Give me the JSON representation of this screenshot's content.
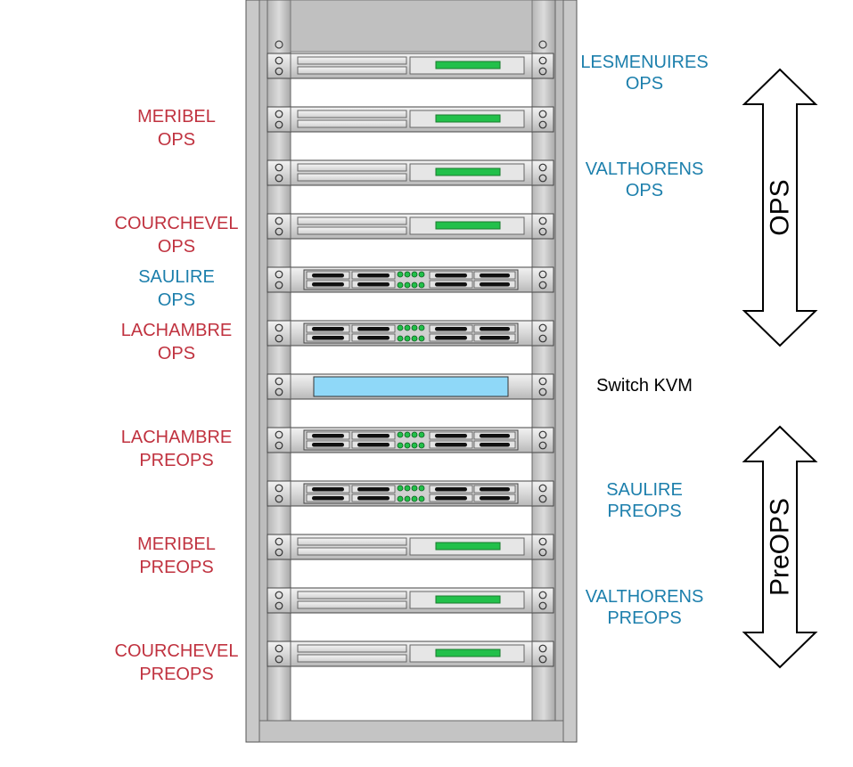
{
  "diagram": {
    "colors": {
      "left_label": "#c0323f",
      "right_label": "#1c7fac",
      "kvm_screen": "#8fd8f8",
      "status_led": "#22c04a",
      "rack_frame": "#c9c9c9"
    },
    "units": [
      {
        "type": "server-lcd",
        "label_left": [
          "",
          ""
        ],
        "label_right": [
          "LESMENUIRES",
          "OPS"
        ]
      },
      {
        "type": "server-lcd",
        "label_left": [
          "MERIBEL",
          "OPS"
        ],
        "label_right": [
          "",
          ""
        ]
      },
      {
        "type": "server-lcd",
        "label_left": [
          "",
          ""
        ],
        "label_right": [
          "VALTHORENS",
          "OPS"
        ]
      },
      {
        "type": "server-lcd",
        "label_left": [
          "COURCHEVEL",
          "OPS"
        ],
        "label_right": [
          "",
          ""
        ]
      },
      {
        "type": "server-drives",
        "label_left": [
          "SAULIRE",
          "OPS"
        ],
        "label_right": [
          "",
          ""
        ],
        "left_color": "blue"
      },
      {
        "type": "server-drives",
        "label_left": [
          "LACHAMBRE",
          "OPS"
        ],
        "label_right": [
          "",
          ""
        ]
      },
      {
        "type": "kvm",
        "label_left": [
          "",
          ""
        ],
        "label_right": [
          "Switch KVM",
          ""
        ],
        "right_color": "black"
      },
      {
        "type": "server-drives",
        "label_left": [
          "LACHAMBRE",
          "PREOPS"
        ],
        "label_right": [
          "",
          ""
        ]
      },
      {
        "type": "server-drives",
        "label_left": [
          "",
          ""
        ],
        "label_right": [
          "SAULIRE",
          "PREOPS"
        ]
      },
      {
        "type": "server-lcd",
        "label_left": [
          "MERIBEL",
          "PREOPS"
        ],
        "label_right": [
          "",
          ""
        ]
      },
      {
        "type": "server-lcd",
        "label_left": [
          "",
          ""
        ],
        "label_right": [
          "VALTHORENS",
          "PREOPS"
        ]
      },
      {
        "type": "server-lcd",
        "label_left": [
          "COURCHEVEL",
          "PREOPS"
        ],
        "label_right": [
          "",
          ""
        ]
      }
    ],
    "arrows": [
      {
        "label": "OPS"
      },
      {
        "label": "PreOPS"
      }
    ]
  }
}
